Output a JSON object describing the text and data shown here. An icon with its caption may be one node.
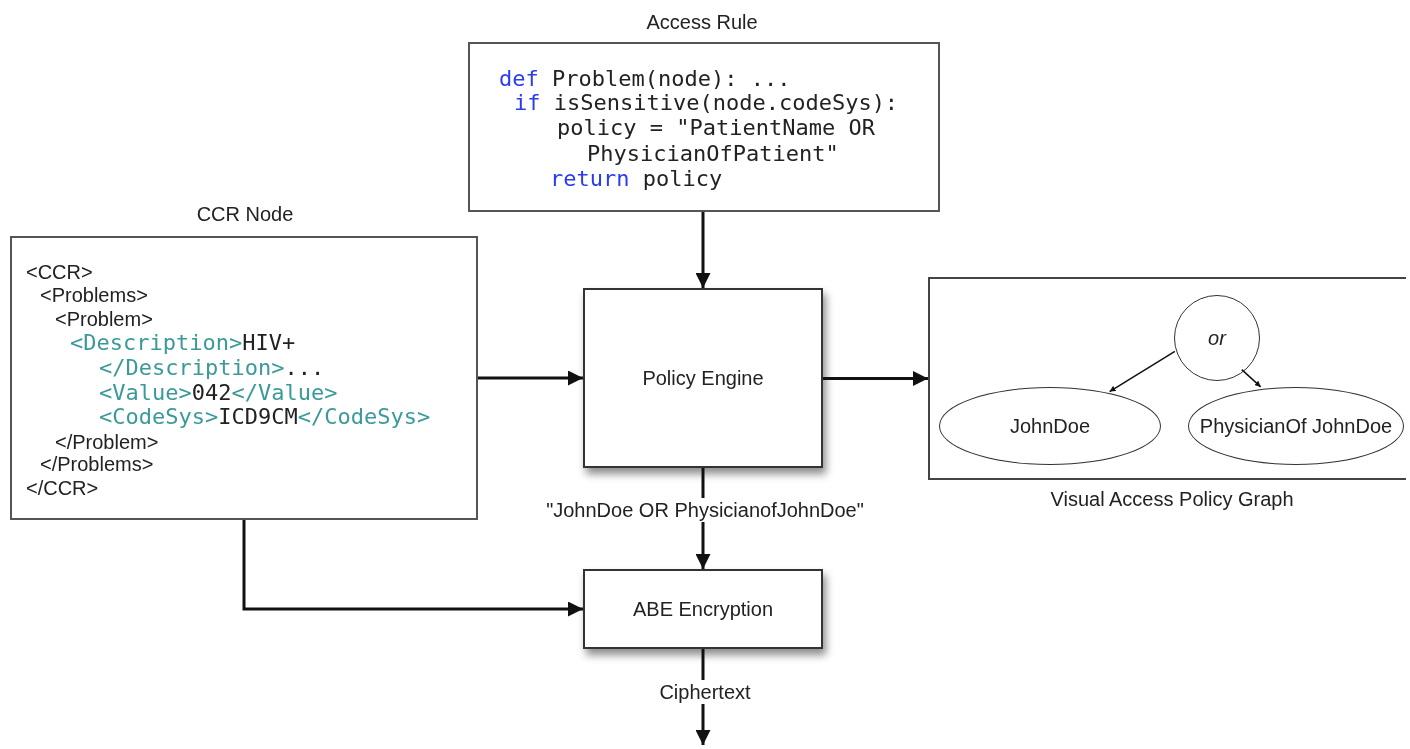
{
  "diagram": {
    "nodes": [
      {
        "text": [
          "Access Rule",
          "def Problem(node): ...",
          "if isSensitive(node.codeSys):",
          "policy = \"PatientName OR",
          "PhysicianOfPatient\"",
          "return policy"
        ]
      },
      {
        "text": [
          "CCR Node",
          "<CCR>",
          "<Problems>",
          "<Problem>",
          "<Description>HIV+",
          "</Description>...",
          "<Value>042</Value>",
          "<CodeSys>ICD9CM</CodeSys>",
          "</Problem>",
          "</Problems>",
          "</CCR>"
        ]
      },
      {
        "text": [
          "Policy Engine"
        ]
      },
      {
        "text": [
          "Visual Access Policy Graph"
        ]
      },
      {
        "text": [
          "or"
        ],
        "in": 3
      },
      {
        "text": [
          "JohnDoe"
        ],
        "in": 3
      },
      {
        "text": [
          "PhysicianOf JohnDoe"
        ],
        "in": 3
      },
      {
        "text": [
          "ABE Encryption"
        ]
      }
    ],
    "edges": [
      {
        "from": 0,
        "to": 2,
        "arrow": "to"
      },
      {
        "from": 1,
        "to": 2,
        "arrow": "to"
      },
      {
        "from": 2,
        "to": 3,
        "arrow": "to"
      },
      {
        "from": 4,
        "to": 5,
        "arrow": "to"
      },
      {
        "from": 4,
        "to": 6,
        "arrow": "to"
      },
      {
        "from": 2,
        "to": 7,
        "arrow": "to",
        "label": "\"JohnDoe OR PhysicianofJohnDoe\""
      },
      {
        "from": 1,
        "to": 7,
        "arrow": "to"
      },
      {
        "from": 7,
        "to": null,
        "arrow": "to",
        "label": "Ciphertext"
      }
    ]
  }
}
